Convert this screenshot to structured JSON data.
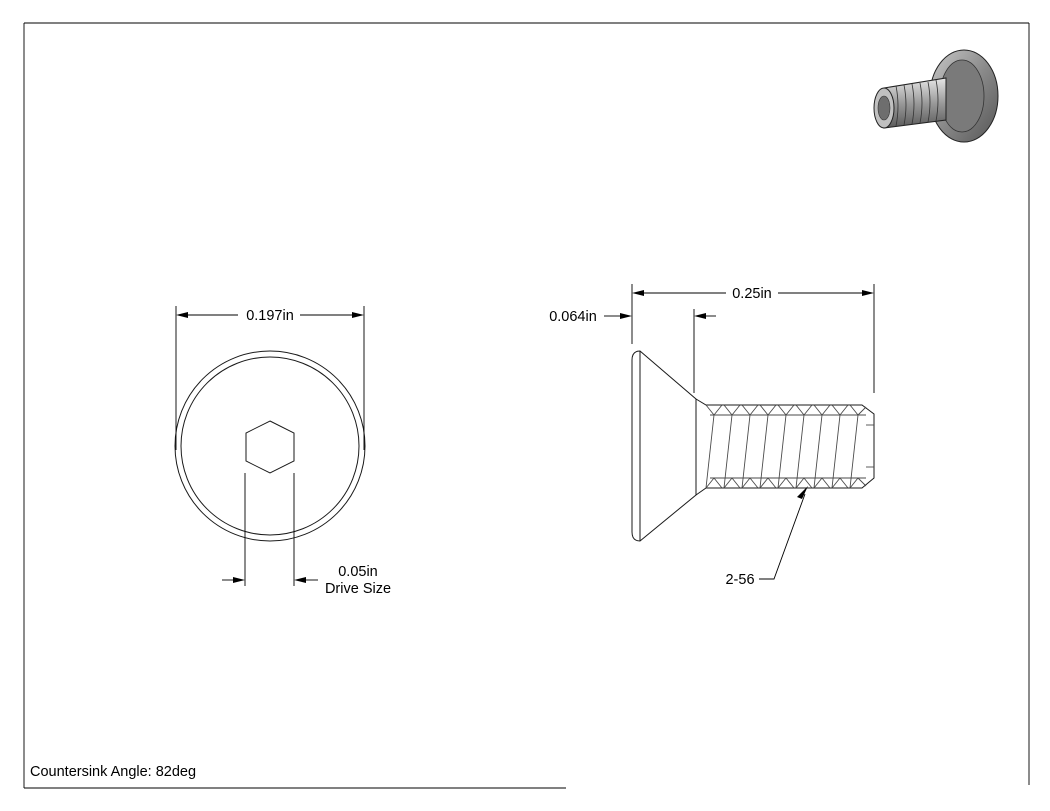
{
  "dimensions": {
    "head_diameter": "0.197in",
    "head_height": "0.064in",
    "length": "0.25in",
    "drive_size_value": "0.05in",
    "drive_size_label": "Drive Size",
    "thread_callout": "2-56"
  },
  "note": {
    "countersink": "Countersink Angle: 82deg"
  },
  "icons": {
    "iso_view": "screw-isometric-icon"
  },
  "colors": {
    "line": "#000000",
    "part_shade": "#8a8a8a",
    "background": "#ffffff"
  }
}
